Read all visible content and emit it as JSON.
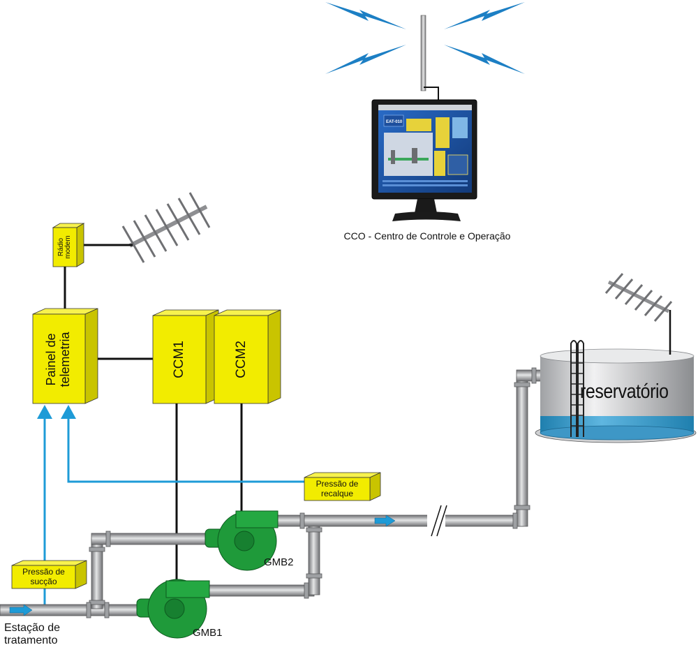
{
  "cco": {
    "label": "CCO - Centro de Controle e Operação"
  },
  "radio_modem": {
    "line1": "Rádio",
    "line2": "modem"
  },
  "telemetry_panel": {
    "line1": "Painel de",
    "line2": "telemetria"
  },
  "ccm1": {
    "label": "CCM1"
  },
  "ccm2": {
    "label": "CCM2"
  },
  "reservoir": {
    "label": "reservatório"
  },
  "pressure_discharge": {
    "line1": "Pressão de",
    "line2": "recalque"
  },
  "pressure_suction": {
    "line1": "Pressão de",
    "line2": "sucção"
  },
  "pump_gmb1": {
    "label": "GMB1"
  },
  "pump_gmb2": {
    "label": "GMB2"
  },
  "treatment_station": {
    "line1": "Estação de",
    "line2": "tratamento"
  },
  "monitor_screen": {
    "title": "EAT-010"
  },
  "colors": {
    "box_fill": "#f2ec00",
    "signal_line": "#1e9bd7",
    "pump_green": "#1f9a3a",
    "pipe_gray": "#a9aaac",
    "water_blue": "#2b93c9"
  }
}
